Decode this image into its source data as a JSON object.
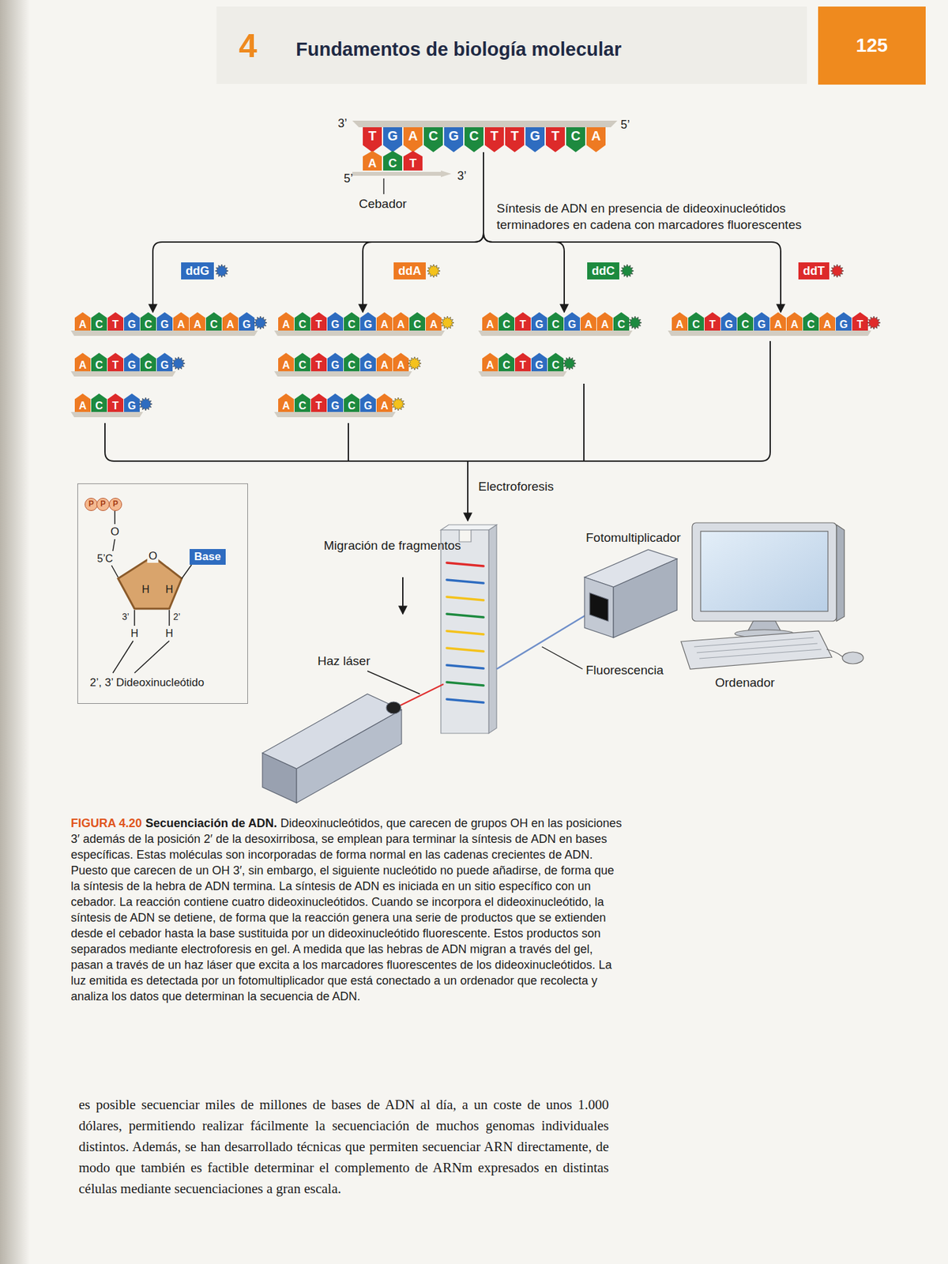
{
  "diagram": {
    "title": "Fundamentos de biología molecular",
    "caption": "Dideoxinucleótidos, que carecen de grupos OH en las posiciones 3′ además de la posición 2′ de la desoxirribosa, se emplean para terminar la síntesis de ADN en bases específicas. Estas moléculas son incorporadas de forma normal en las cadenas crecientes de ADN. Puesto que carecen de un OH 3′, sin embargo, el siguiente nucleótido no puede añadirse, de forma que la síntesis de la hebra de ADN termina. La síntesis de ADN es iniciada en un sitio específico con un cebador. La reacción contiene cuatro dideoxinucleótidos. Cuando se incorpora el dideoxinucleótido, la síntesis de ADN se detiene, de forma que la reacción genera una serie de productos que se extienden desde el cebador hasta la base sustituida por un dideoxinucleótido fluorescente. Estos productos son separados mediante electroforesis en gel. A medida que las hebras de ADN migran a través del gel, pasan a través de un haz láser que excita a los marcadores fluorescentes de los dideoxinucleótidos. La luz emitida es detectada por un fotomultiplicador que está conectado a un ordenador que recolecta y analiza los datos que determinan la secuencia de ADN.",
    "nodes": [
      {
        "text": [
          "T",
          "G",
          "A",
          "C",
          "G",
          "C",
          "T",
          "T",
          "G",
          "T",
          "C",
          "A"
        ]
      },
      {
        "text": [
          "A",
          "C",
          "T"
        ]
      },
      {
        "text": [
          "ddG"
        ]
      },
      {
        "text": [
          "ddA"
        ]
      },
      {
        "text": [
          "ddC"
        ]
      },
      {
        "text": [
          "ddT"
        ]
      },
      {
        "text": [
          "A",
          "C",
          "T",
          "G",
          "C",
          "G",
          "A",
          "A",
          "C",
          "A",
          "G"
        ]
      },
      {
        "text": [
          "A",
          "C",
          "T",
          "G",
          "C",
          "G",
          "A",
          "A",
          "C",
          "A"
        ]
      },
      {
        "text": [
          "A",
          "C",
          "T",
          "G",
          "C",
          "G",
          "A",
          "A",
          "C"
        ]
      },
      {
        "text": [
          "A",
          "C",
          "T",
          "G",
          "C",
          "G",
          "A",
          "A",
          "C",
          "A",
          "G",
          "T"
        ]
      },
      {
        "text": [
          "A",
          "C",
          "T",
          "G",
          "C",
          "G"
        ]
      },
      {
        "text": [
          "A",
          "C",
          "T",
          "G",
          "C",
          "G",
          "A",
          "A"
        ]
      },
      {
        "text": [
          "A",
          "C",
          "T",
          "G",
          "C"
        ]
      },
      {
        "text": [
          "A",
          "C",
          "T",
          "G"
        ]
      },
      {
        "text": [
          "A",
          "C",
          "T",
          "G",
          "C",
          "G",
          "A"
        ]
      },
      {
        "text": [
          "2’, 3’ Dideoxinucleótido"
        ]
      },
      {
        "text": [
          "P"
        ],
        "in": 15
      },
      {
        "text": [
          "P"
        ],
        "in": 15
      },
      {
        "text": [
          "P"
        ],
        "in": 15
      },
      {
        "text": [
          "Base"
        ],
        "in": 15
      }
    ],
    "edges": [
      {
        "from": 0,
        "to": 6,
        "arrow": "to"
      },
      {
        "from": 0,
        "to": 7,
        "arrow": "to"
      },
      {
        "from": 0,
        "to": 8,
        "arrow": "to"
      },
      {
        "from": 0,
        "to": 9,
        "arrow": "to"
      }
    ],
    "labels": [
      "4",
      "125",
      "3’",
      "5’",
      "5’",
      "3’",
      "Cebador",
      "Síntesis de ADN en presencia de dideoxinucleótidos terminadores en cadena con marcadores fluorescentes",
      "Electroforesis",
      "Migración de fragmentos",
      "Fotomultiplicador",
      "Haz láser",
      "Fluorescencia",
      "Ordenador",
      "O",
      "5’C",
      "O",
      "H",
      "H",
      "3’",
      "2’",
      "H",
      "H",
      "FIGURA 4.20",
      "Secuenciación de ADN.",
      "es posible secuenciar miles de millones de bases de ADN al día, a un coste de unos 1.000 dólares, permitiendo realizar fácilmente la secuenciación de muchos genomas individuales distintos. Además, se han desarrollado técnicas que permiten secuenciar ARN directamente, de modo que también es factible determinar el complemento de ARNm expresados en distintas células mediante secuenciaciones a gran escala."
    ]
  }
}
